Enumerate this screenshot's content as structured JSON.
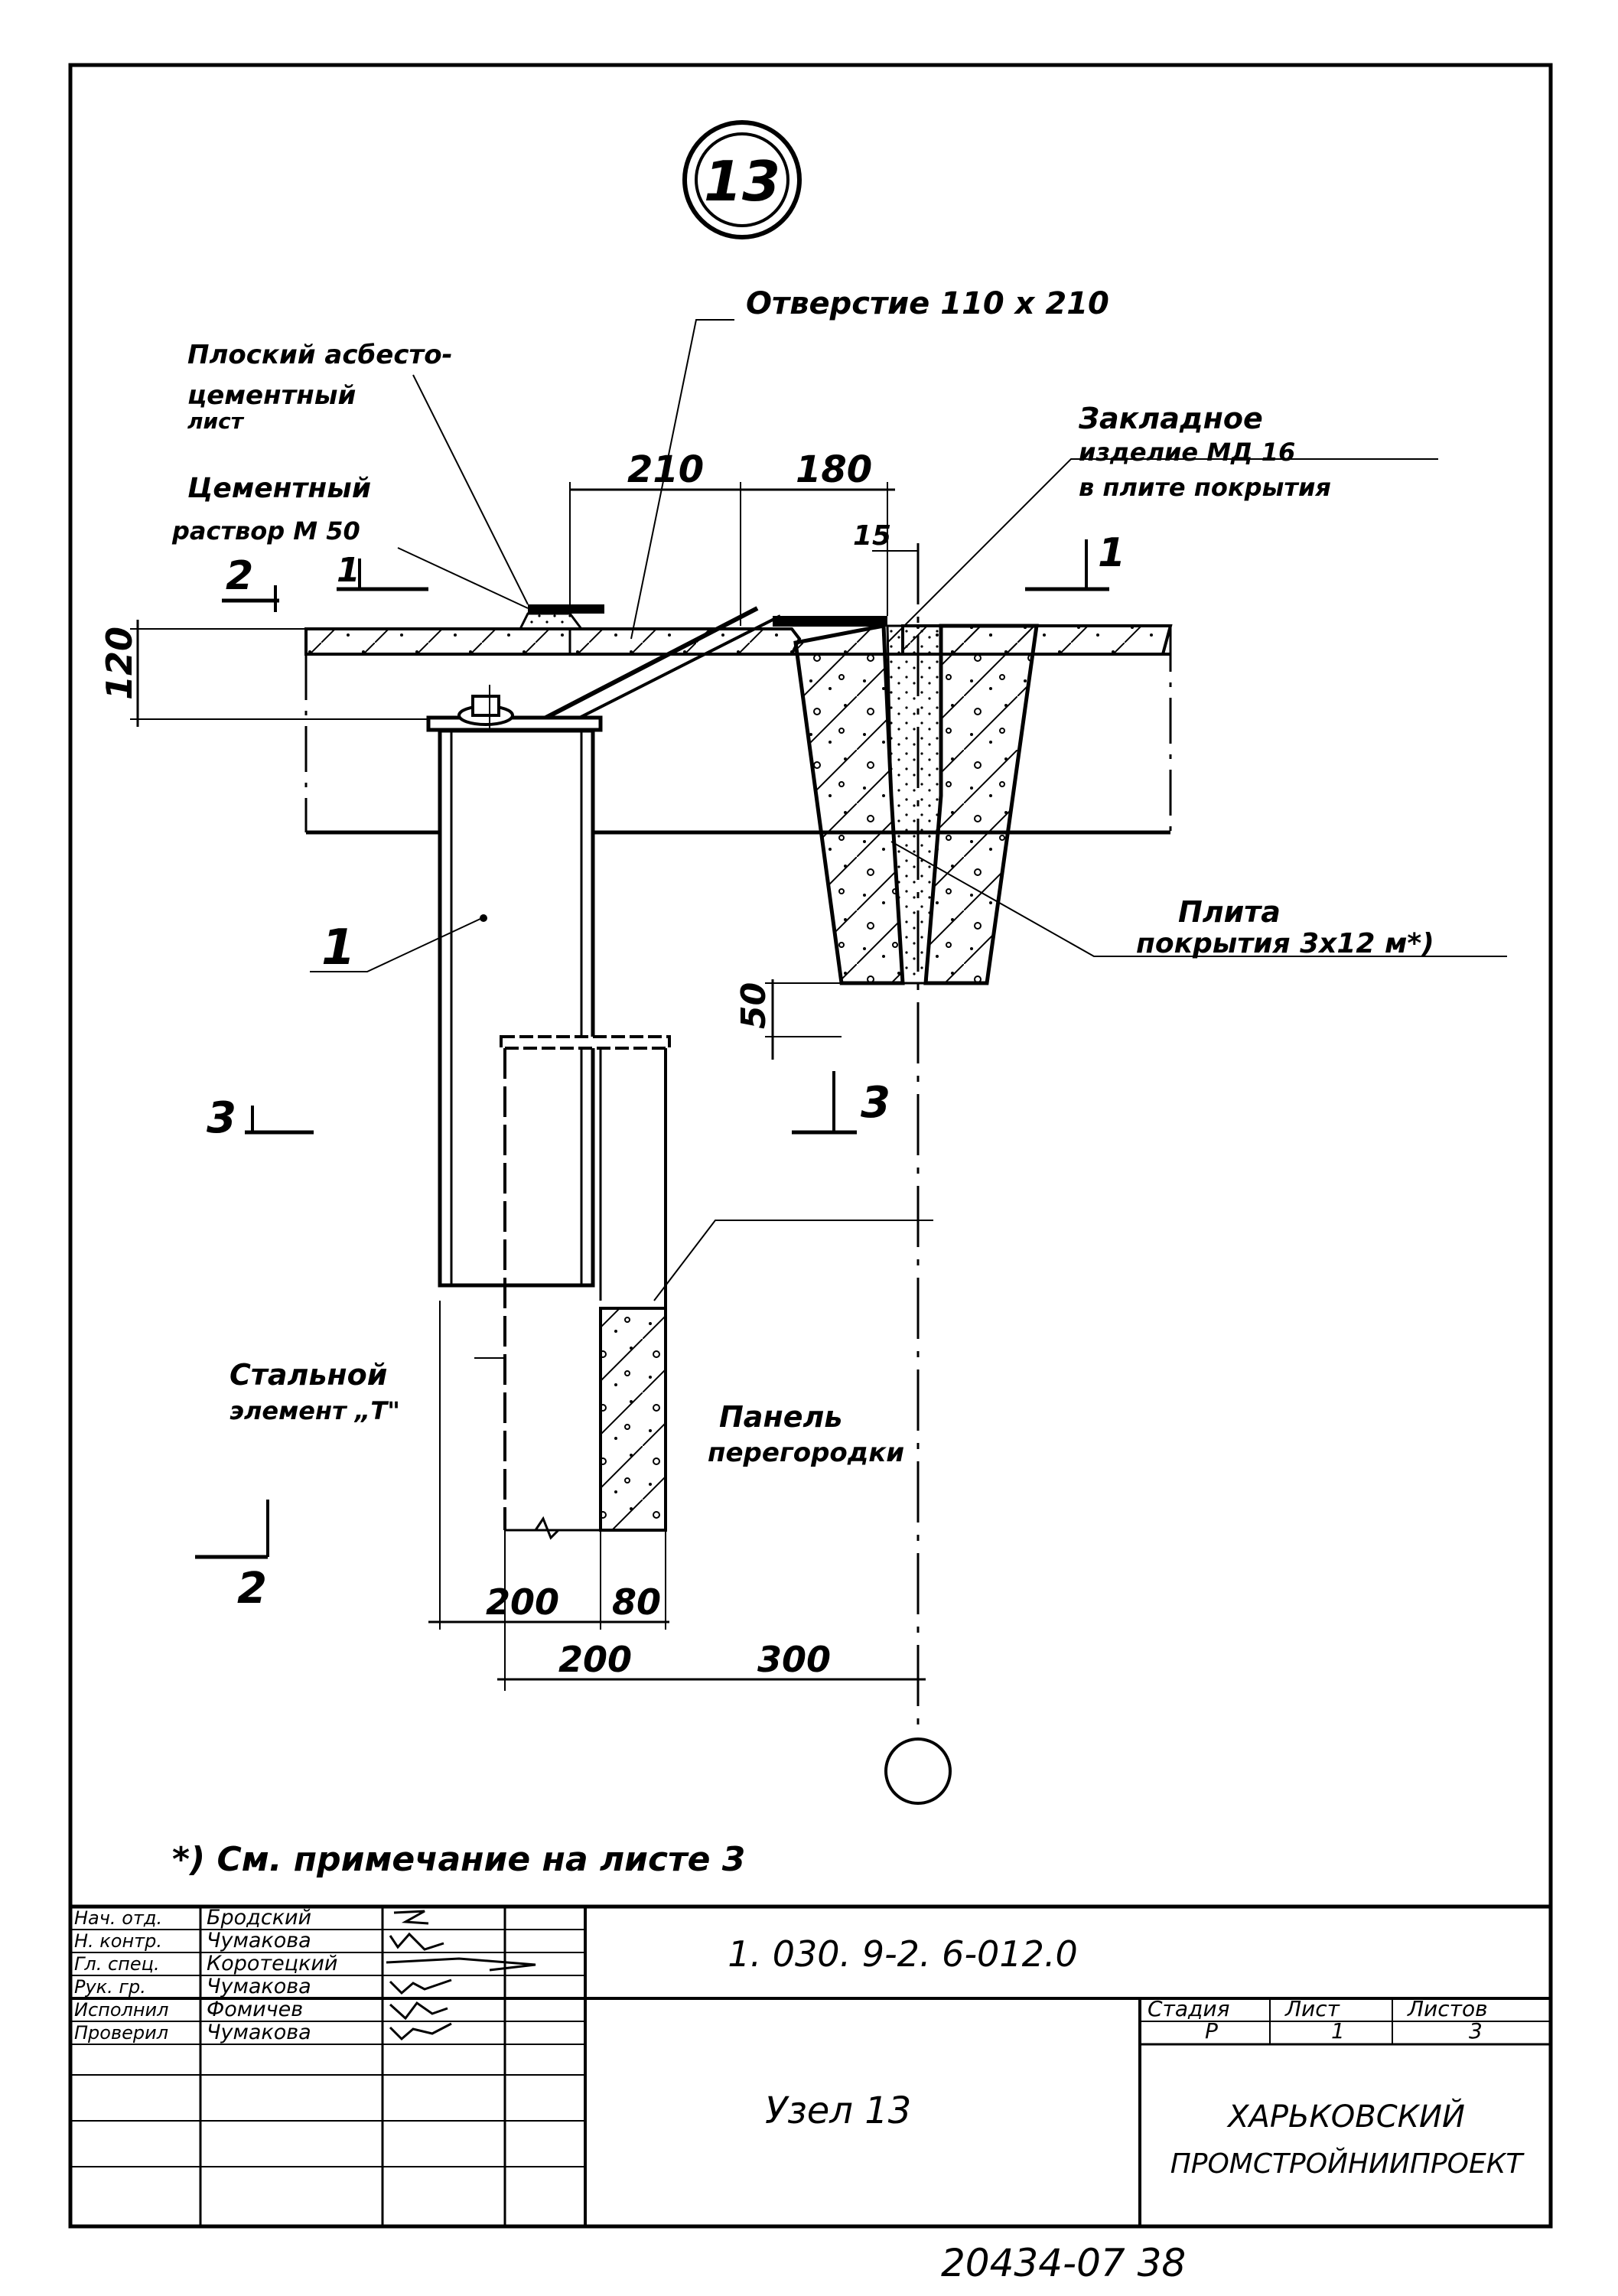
{
  "node": {
    "number": "13"
  },
  "labels": {
    "opening": "Отверстие 110 x 210",
    "asbestos_line1": "Плоский асбесто-",
    "asbestos_line2": "цементный",
    "asbestos_line3": "лист",
    "mortar_line1": "Цементный",
    "mortar_line2": "раствор М 50",
    "embedded_line1": "Закладное",
    "embedded_line2": "изделие МД 16",
    "embedded_line3": "в плите покрытия",
    "slab_line1": "Плита",
    "slab_line2": "покрытия 3x12 м*)",
    "steel_line1": "Стальной",
    "steel_line2": "элемент „Т\"",
    "panel_line1": "Панель",
    "panel_line2": "перегородки",
    "item1": "1"
  },
  "sections": {
    "s1_left": "1",
    "s1_right": "1",
    "s2_top": "2",
    "s2_bottom": "2",
    "s3_left": "3",
    "s3_right": "3"
  },
  "dimensions": {
    "d210": "210",
    "d180": "180",
    "d15": "15",
    "d120": "120",
    "d50": "50",
    "d200a": "200",
    "d80": "80",
    "d200b": "200",
    "d300": "300"
  },
  "footnote": "*)   См.   примечание   на листе 3",
  "title_block": {
    "rows": [
      {
        "role": "Нач. отд.",
        "name": "Бродский"
      },
      {
        "role": "Н. контр.",
        "name": "Чумакова"
      },
      {
        "role": "Гл. спец.",
        "name": "Коротецкий"
      },
      {
        "role": "Рук. гр.",
        "name": "Чумакова"
      },
      {
        "role": "Исполнил",
        "name": "Фомичев"
      },
      {
        "role": "Проверил",
        "name": "Чумакова"
      }
    ],
    "doc_code": "1. 030. 9-2. 6-012.0",
    "sheet_title": "Узел  13",
    "stage_header": "Стадия",
    "sheet_header": "Лист",
    "sheets_header": "Листов",
    "stage": "Р",
    "sheet": "1",
    "sheets": "3",
    "org_line1": "ХАРЬКОВСКИЙ",
    "org_line2": "ПРОМСТРОЙНИИПРОЕКТ"
  },
  "archive_number": "20434-07   38"
}
